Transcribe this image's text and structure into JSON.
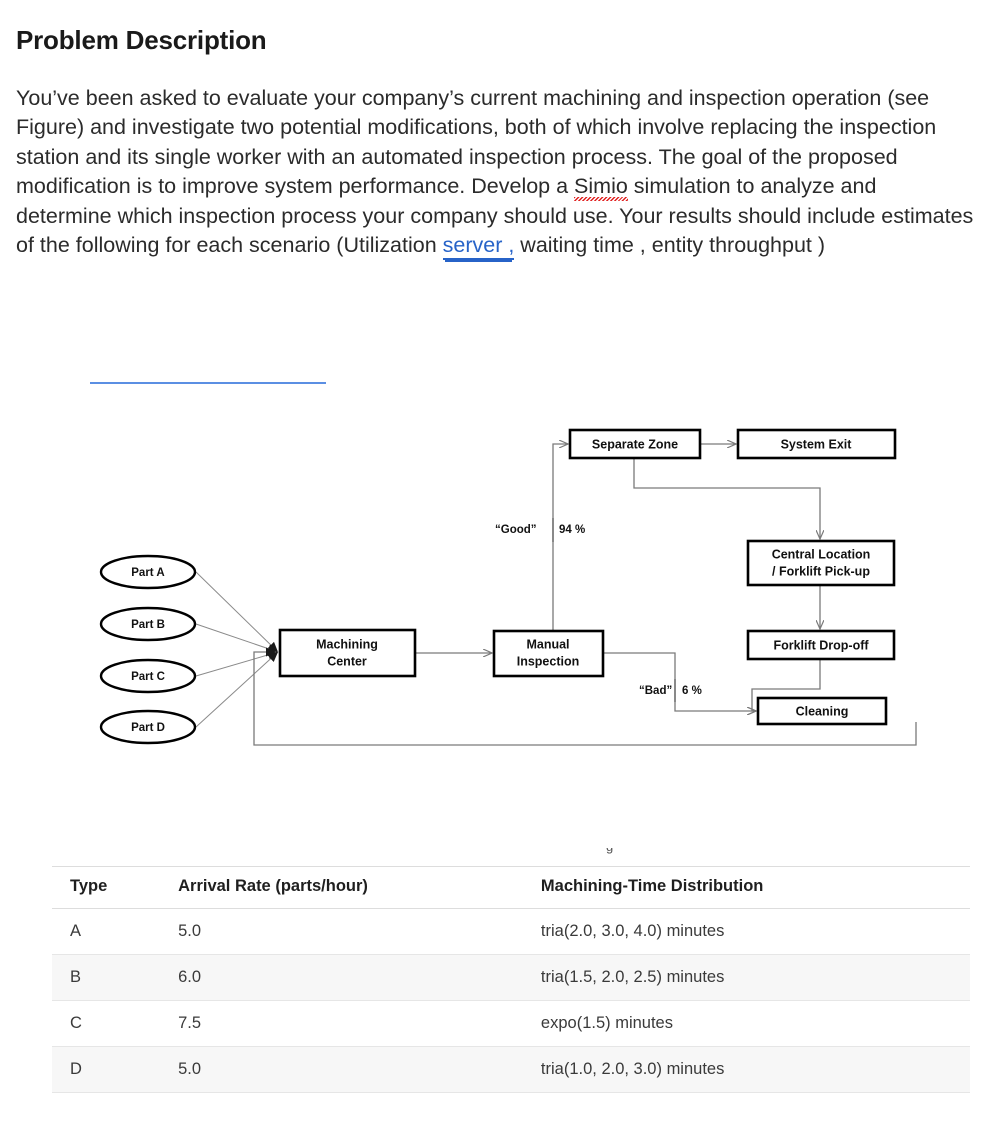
{
  "page": {
    "title": "Problem Description",
    "paragraph": {
      "part1": "You’ve been asked to evaluate your company’s current machining and inspection operation (see Figure) and investigate two potential modifications, both of which involve replacing the inspection station and its single worker with an automated inspection process. The goal of the proposed modification is to improve system performance. Develop a ",
      "misspelled_word": "Simio",
      "part2": " simulation to analyze and determine which inspection process your company should use. Your results should include estimates of the following for each scenario (Utilization ",
      "link_text": "server ,",
      "part3": " waiting time , entity throughput )"
    }
  },
  "figure": {
    "nodes": {
      "part_a": "Part A",
      "part_b": "Part B",
      "part_c": "Part C",
      "part_d": "Part D",
      "machining_center_line1": "Machining",
      "machining_center_line2": "Center",
      "manual_inspection_line1": "Manual",
      "manual_inspection_line2": "Inspection",
      "separate_zone": "Separate Zone",
      "system_exit": "System Exit",
      "central_location_line1": "Central Location",
      "central_location_line2": "/ Forklift Pick-up",
      "forklift_dropoff": "Forklift Drop-off",
      "cleaning": "Cleaning"
    },
    "edge_labels": {
      "good_label": "“Good”",
      "good_percent": "94 %",
      "bad_label": "“Bad”",
      "bad_percent": "6 %"
    },
    "colors": {
      "node_stroke": "#000000",
      "edge_stroke": "#7a7a7a",
      "node_fill": "#ffffff"
    }
  },
  "table": {
    "headers": [
      "Type",
      "Arrival Rate (parts/hour)",
      "Machining-Time Distribution"
    ],
    "rows": [
      {
        "type": "A",
        "rate": "5.0",
        "distribution": "tria(2.0, 3.0, 4.0) minutes"
      },
      {
        "type": "B",
        "rate": "6.0",
        "distribution": "tria(1.5, 2.0, 2.5) minutes"
      },
      {
        "type": "C",
        "rate": "7.5",
        "distribution": "expo(1.5) minutes"
      },
      {
        "type": "D",
        "rate": "5.0",
        "distribution": "tria(1.0, 2.0, 3.0) minutes"
      }
    ]
  }
}
